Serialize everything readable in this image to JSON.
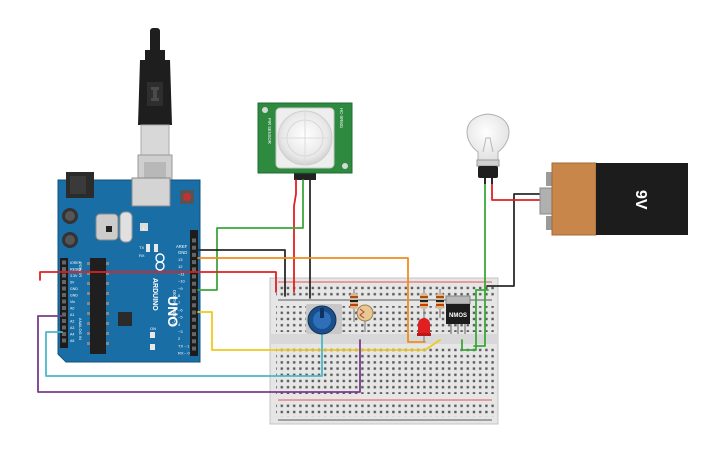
{
  "arduino": {
    "brand": "ARDUINO",
    "model": "UNO",
    "logo": "arduino-infinity-logo",
    "aref_label": "AREF",
    "gnd_label": "GND",
    "digital_label": "DIGITAL (PWM ~)",
    "power_label": "POWER",
    "analog_label": "ANALOG IN",
    "digital_pins": [
      "13",
      "12",
      "~11",
      "~10",
      "~9",
      "8",
      "7",
      "~6",
      "~5",
      "4",
      "~3",
      "2",
      "TX→1",
      "RX←0"
    ],
    "power_pins": [
      "IOREF",
      "RESET",
      "3.3V",
      "5V",
      "GND",
      "GND",
      "Vin"
    ],
    "analog_pins": [
      "A0",
      "A1",
      "A2",
      "A3",
      "A4",
      "A5"
    ],
    "tx_label": "TX",
    "rx_label": "RX",
    "l_label": "L",
    "on_label": "ON"
  },
  "pir_sensor": {
    "left_text": "PIR SENSOR",
    "right_text": "HC-SR501"
  },
  "mosfet": {
    "label": "NMOS"
  },
  "battery": {
    "label": "9V",
    "color": "#c8864a",
    "body_color": "#1c1c1c"
  },
  "colors": {
    "board": "#1a6ea6",
    "breadboard": "#e6e6e6",
    "wire_red": "#e02020",
    "wire_black": "#2a2a2a",
    "wire_green": "#3aa83a",
    "wire_orange": "#f08c1e",
    "wire_yellow": "#f0c81e",
    "wire_purple": "#7a3b8c",
    "wire_cyan": "#4ab8c8"
  }
}
